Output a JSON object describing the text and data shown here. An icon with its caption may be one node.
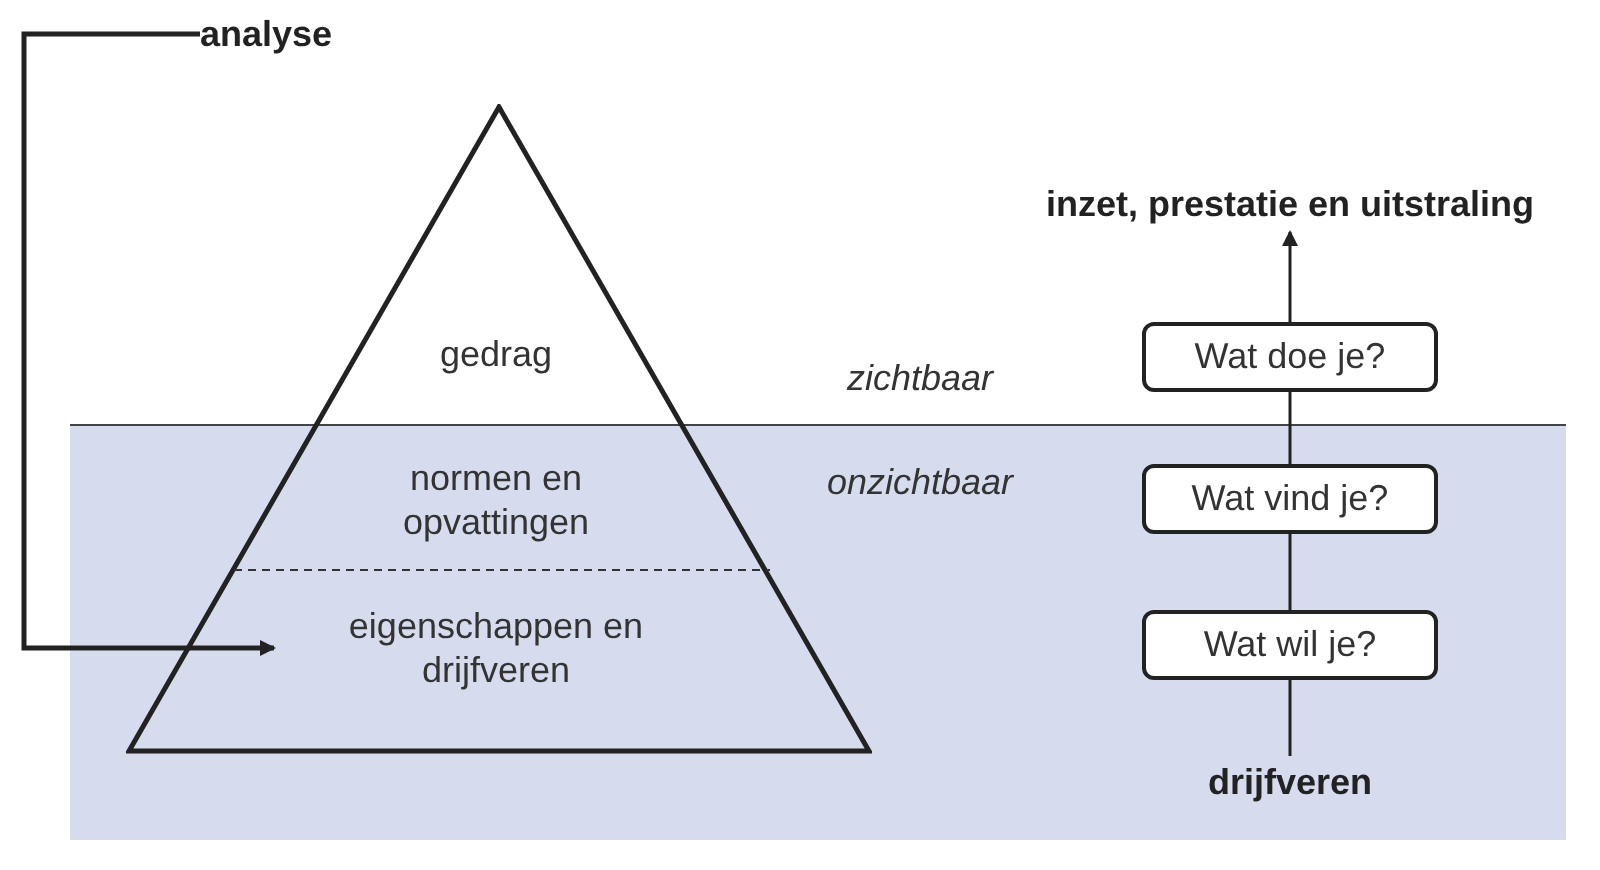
{
  "diagram": {
    "nodes": [
      {
        "text": [],
        "shape": "triangle"
      },
      {
        "text": [
          "gedrag"
        ],
        "in": 0
      },
      {
        "text": [
          "normen en opvattingen"
        ],
        "in": 0
      },
      {
        "text": [
          "eigenschappen en drijfveren"
        ],
        "in": 0
      },
      {
        "text": [
          "analyse"
        ]
      },
      {
        "text": [
          "drijfveren"
        ]
      },
      {
        "text": [
          "Wat wil je?"
        ]
      },
      {
        "text": [
          "Wat vind je?"
        ]
      },
      {
        "text": [
          "Wat doe je?"
        ]
      },
      {
        "text": [
          "inzet, prestatie en uitstraling"
        ]
      }
    ],
    "edges": [
      {
        "from": 4,
        "to": 3,
        "arrow": "to"
      },
      {
        "from": 5,
        "to": 6,
        "arrow": "none"
      },
      {
        "from": 6,
        "to": 7,
        "arrow": "none"
      },
      {
        "from": 7,
        "to": 8,
        "arrow": "none"
      },
      {
        "from": 8,
        "to": 9,
        "arrow": "to"
      }
    ],
    "labels": [
      "zichtbaar",
      "onzichtbaar"
    ]
  }
}
